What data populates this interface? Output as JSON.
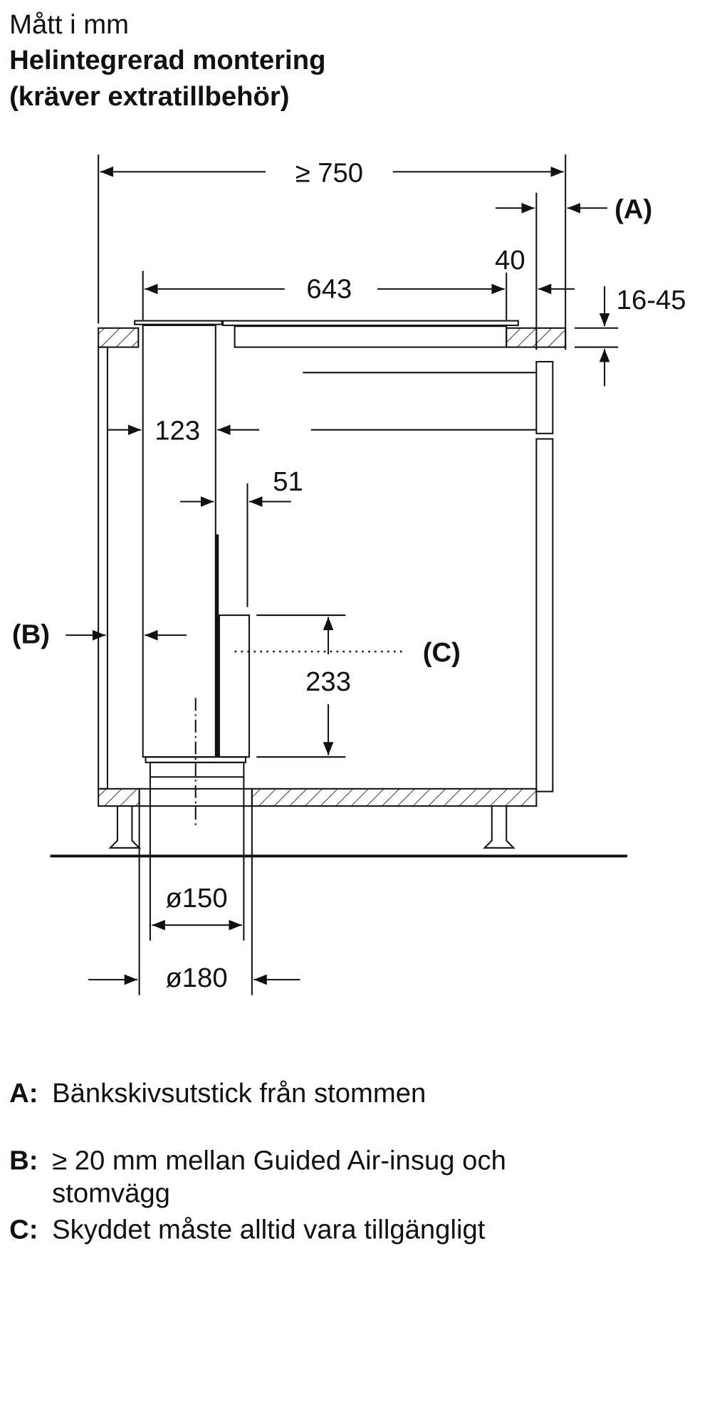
{
  "header": {
    "unit_note": "Mått i mm",
    "title_line1": "Helintegrerad montering",
    "title_line2": "(kräver extratillbehör)"
  },
  "dimensions": {
    "total_depth": "≥ 750",
    "hob_depth": "643",
    "overhang_label": "(A)",
    "front_offset": "40",
    "worktop_thickness": "16-45",
    "tower_width": "123",
    "gap": "51",
    "side_label": "(B)",
    "cover_label": "(C)",
    "cover_height": "233",
    "duct_inner": "ø150",
    "duct_outer": "ø180"
  },
  "legend": [
    {
      "key": "A:",
      "text": "Bänkskivsutstick från stommen"
    },
    {
      "key": "B:",
      "text": "≥ 20 mm mellan Guided Air-insug och",
      "text2": "stomvägg"
    },
    {
      "key": "C:",
      "text": "Skyddet måste alltid vara tillgängligt"
    }
  ]
}
